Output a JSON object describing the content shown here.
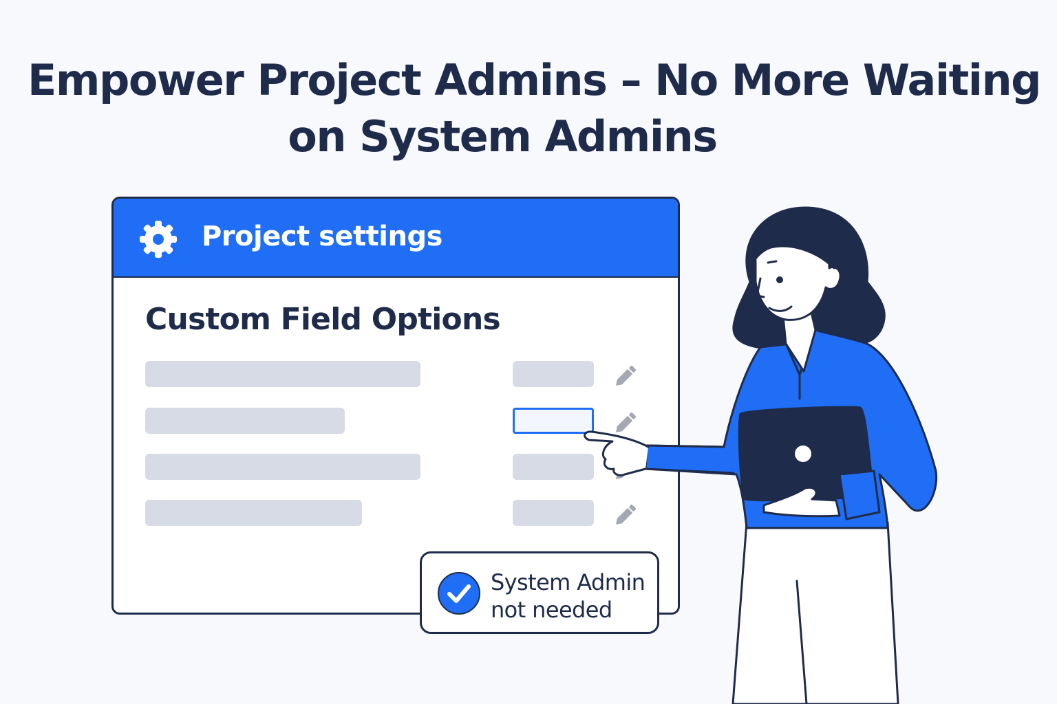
{
  "headline": {
    "line1": "Empower Project Admins – No More Waiting",
    "line2": "on System Admins"
  },
  "card": {
    "title": "Project settings",
    "title_icon": "gear-icon",
    "section_title": "Custom Field Options",
    "row_action_icon": "pencil-icon",
    "active_row": 2
  },
  "badge": {
    "icon": "check-circle-icon",
    "line1": "System Admin",
    "line2": "not needed"
  },
  "colors": {
    "brand_blue": "#1f6ef5",
    "navy": "#1f2b4a",
    "placeholder_gray": "#d7dbe5",
    "pencil_gray": "#a3a8b3"
  }
}
